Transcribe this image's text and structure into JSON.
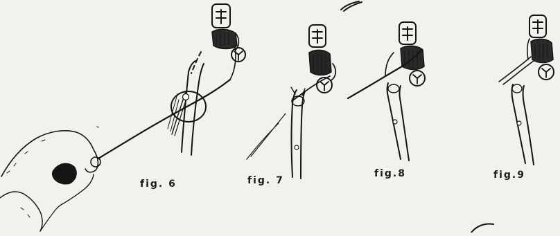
{
  "figures": [
    {
      "id": "fig6",
      "label": "fig. 6"
    },
    {
      "id": "fig7",
      "label": "fig. 7"
    },
    {
      "id": "fig8",
      "label": "fig.8"
    },
    {
      "id": "fig9",
      "label": "fig.9"
    }
  ],
  "colors": {
    "paper": "#f2f1ec",
    "ink": "#141414"
  },
  "icon_names": [
    "hand-drawing",
    "tweezers-icon",
    "tooth-pulp-icon",
    "molar-icon",
    "premolar-icon",
    "cotton-roll-icon",
    "floss-line"
  ]
}
